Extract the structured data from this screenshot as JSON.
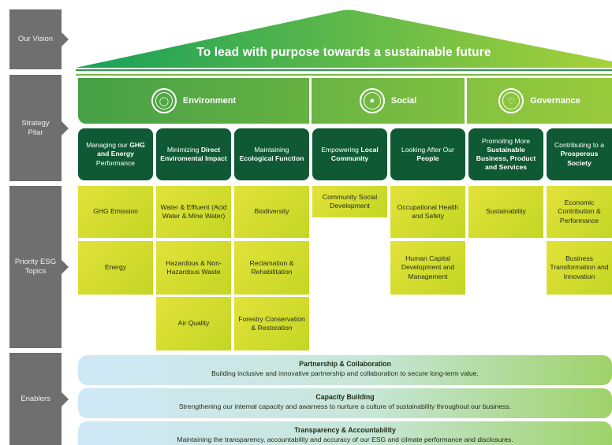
{
  "side_labels": {
    "vision": "Our Vision",
    "strategy": "Strategy Pilar",
    "priority": "Priority ESG Topics",
    "enablers": "Enablers"
  },
  "vision": "To lead with purpose towards a sustainable future",
  "pillars": [
    {
      "name": "Environment",
      "icon": "globe-hands-icon"
    },
    {
      "name": "Social",
      "icon": "people-icon"
    },
    {
      "name": "Governance",
      "icon": "hands-heart-icon"
    }
  ],
  "focus_areas": [
    {
      "pre": "Managing our ",
      "bold": "GHG and Energy",
      "post": " Performance"
    },
    {
      "pre": "Minimizing ",
      "bold": "Direct Enviromental Impact",
      "post": ""
    },
    {
      "pre": "Maintaining ",
      "bold": "Ecological Function",
      "post": ""
    },
    {
      "pre": "Empowering ",
      "bold": "Local Community",
      "post": ""
    },
    {
      "pre": "Looking After Our ",
      "bold": "People",
      "post": ""
    },
    {
      "pre": "Promoitng More ",
      "bold": "Sustainable Business, Product and Services",
      "post": ""
    },
    {
      "pre": "Contributing to a ",
      "bold": "Prosperous Society",
      "post": ""
    }
  ],
  "topics": {
    "ghg_emission": "GHG Emission",
    "energy": "Energy",
    "water": "Water & Effluent (Acid Water & Mine Water)",
    "hazardous": "Hazardous & Non-Hazardous Waste",
    "air": "Air Quality",
    "biodiversity": "Biodiversity",
    "reclamation": "Reclamation & Rehabilitation",
    "forestry": "Forestry Conservation & Restoration",
    "community": "Community Social Development",
    "ohs": "Occupational Health and Safety",
    "human_capital": "Human Capital Development and Management",
    "sustainability": "Sustainability",
    "economic": "Economic Contribution & Performance",
    "business": "Business Transformation and Innovation"
  },
  "enablers": [
    {
      "title": "Partnership & Collaboration",
      "desc": "Building inclusive and innovative partnership and collaboration to secure long-term value."
    },
    {
      "title": "Capacity Building",
      "desc": "Strengthening our internal capacity and awarness to nurture a culture of sustainability throughout our business."
    },
    {
      "title": "Transparency & Accountability",
      "desc": "Maintaining the transparency, accountability and accuracy of our ESG and cilmate performance and disclosures."
    }
  ],
  "colors": {
    "roof_start": "#17a05a",
    "roof_end": "#a6d13a",
    "pillar_dark": "#3a9b4a",
    "pillar_light": "#8cc63f",
    "focus": "#0f5a34",
    "side": "#6f6f6f"
  }
}
